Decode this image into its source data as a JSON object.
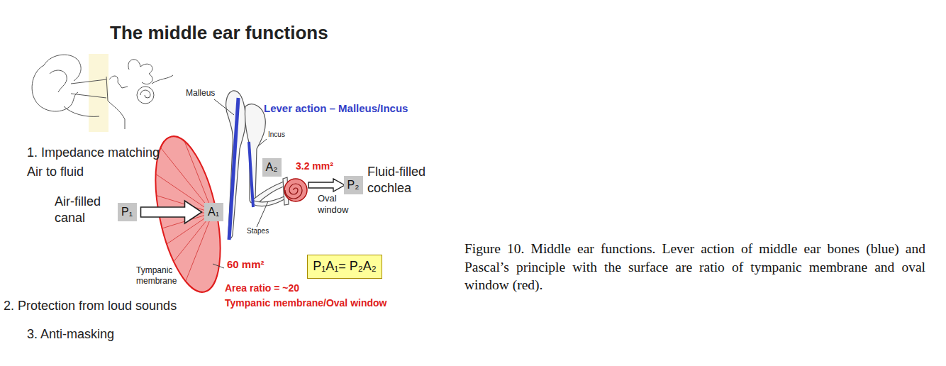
{
  "diagram": {
    "title": "The middle ear functions",
    "caption": "Figure 10. Middle ear functions. Lever action of middle ear bones (blue) and Pascal’s principle with the surface are ratio of tympanic membrane and oval window (red).",
    "nodes": [
      {
        "text": [
          "P₁"
        ]
      },
      {
        "text": [
          "A₁"
        ]
      },
      {
        "text": [
          "A₂"
        ]
      },
      {
        "text": [
          "P₂"
        ]
      },
      {
        "text": [
          "P₁A₁= P₂A₂"
        ]
      }
    ],
    "edges": [
      {
        "from": 0,
        "to": 1,
        "arrow": "to"
      }
    ],
    "labels": [
      "Malleus",
      "Lever action – Malleus/Incus",
      "Incus",
      "1. Impedance matching",
      "Air to fluid",
      "3.2 mm²",
      "Fluid-filled cochlea",
      "Air-filled canal",
      "Oval window",
      "Stapes",
      "60 mm²",
      "Tympanic membrane",
      "Area ratio = ~20",
      "2. Protection from loud sounds",
      "Tympanic membrane/Oval window",
      "3. Anti-masking"
    ]
  }
}
